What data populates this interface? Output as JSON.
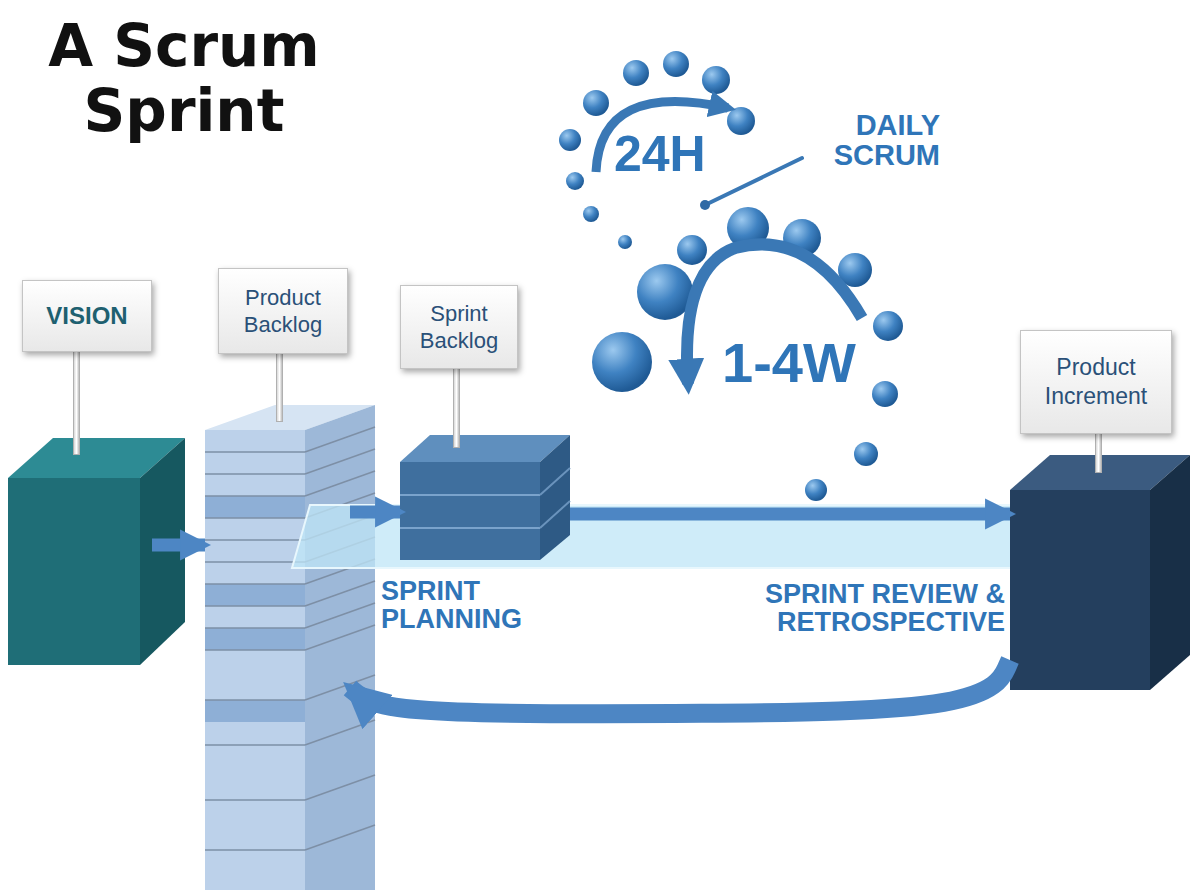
{
  "diagram": {
    "title": "A Scrum Sprint",
    "nodes": [
      {
        "text": [
          "VISION"
        ]
      },
      {
        "text": [
          "Product Backlog"
        ]
      },
      {
        "text": [
          "Sprint Backlog"
        ]
      },
      {
        "text": [
          "Product Increment"
        ]
      }
    ],
    "edges": [
      {
        "from": 0,
        "to": 1,
        "arrow": "to"
      },
      {
        "from": 1,
        "to": 2,
        "arrow": "to"
      },
      {
        "from": 2,
        "to": 3,
        "arrow": "to"
      },
      {
        "from": 3,
        "to": 1,
        "arrow": "to"
      }
    ],
    "labels": [
      "24H",
      "DAILY SCRUM",
      "1-4W",
      "SPRINT PLANNING",
      "SPRINT REVIEW & RETROSPECTIVE"
    ]
  }
}
